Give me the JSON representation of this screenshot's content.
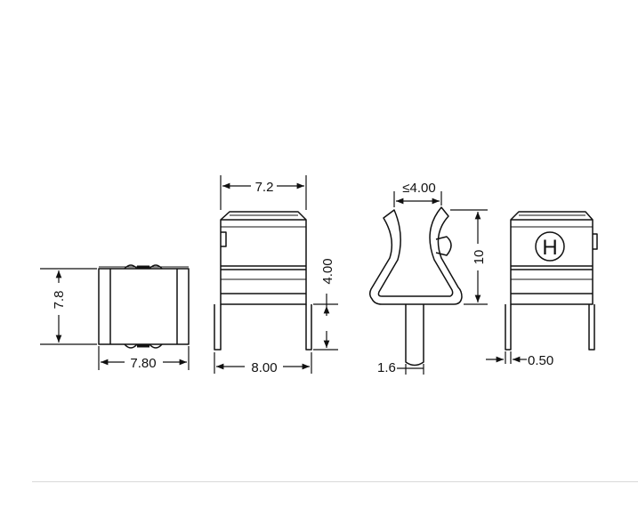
{
  "colors": {
    "ink": "#111111",
    "footer_rule": "#d9d9d9"
  },
  "views": {
    "top": {
      "width": "7.80",
      "height": "7.8"
    },
    "front": {
      "top_width": "7.2",
      "base_width": "8.00",
      "height": "4.00"
    },
    "side": {
      "opening": "≤4.00",
      "height": "10",
      "pin": "1.6"
    },
    "back": {
      "mark": "H",
      "thickness": "0.50"
    }
  }
}
